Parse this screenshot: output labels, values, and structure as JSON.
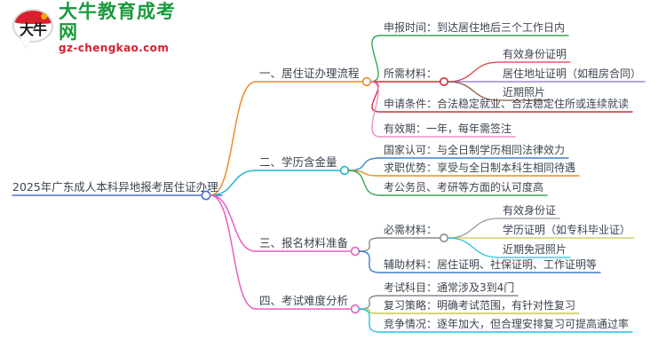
{
  "logo": {
    "mark_text": "大牛",
    "title": "大牛教育成考网",
    "url": "gz-chengkao.com",
    "brand_green": "#1a9a3c",
    "brand_red": "#d8202f"
  },
  "mindmap": {
    "root": {
      "label": "2025年广东成人本科异地报考居住证办理",
      "color": "#4a6fd4"
    },
    "branches": [
      {
        "label": "一、居住证办理流程",
        "color": "#f08a24",
        "children": [
          {
            "label": "申报时间：到达居住地后三个工作日内",
            "color": "#3aa655",
            "children": []
          },
          {
            "label": "所需材料：",
            "color": "#d42b3a",
            "children": [
              {
                "label": "有效身份证明",
                "color": "#e03a4a"
              },
              {
                "label": "居住地址证明（如租房合同）",
                "color": "#8a6fd0"
              },
              {
                "label": "近期照片",
                "color": "#8a5a46"
              }
            ]
          },
          {
            "label": "申请条件：合法稳定就业、合法稳定住所或连续就读",
            "color": "#d42b3a",
            "children": []
          },
          {
            "label": "有效期：一年，每年需签注",
            "color": "#e88fc8",
            "children": []
          }
        ]
      },
      {
        "label": "二、学历含金量",
        "color": "#1fb6c9",
        "children": [
          {
            "label": "国家认可：与全日制学历相同法律效力",
            "color": "#3d7fd0",
            "children": []
          },
          {
            "label": "求职优势：享受与全日制本科生相同待遇",
            "color": "#f08a24",
            "children": []
          },
          {
            "label": "考公务员、考研等方面的认可度高",
            "color": "#3aa655",
            "children": []
          }
        ]
      },
      {
        "label": "三、报名材料准备",
        "color": "#e85fc0",
        "children": [
          {
            "label": "必需材料：",
            "color": "#8a8a8a",
            "children": [
              {
                "label": "有效身份证",
                "color": "#9a9a9a"
              },
              {
                "label": "学历证明（如专科毕业证）",
                "color": "#c8c84a"
              },
              {
                "label": "近期免冠照片",
                "color": "#21c2e0"
              }
            ]
          },
          {
            "label": "辅助材料：居住证明、社保证明、工作证明等",
            "color": "#3d7fd0",
            "children": []
          }
        ]
      },
      {
        "label": "四、考试难度分析",
        "color": "#e85fc0",
        "children": [
          {
            "label": "考试科目：通常涉及3到4门",
            "color": "#8a8a8a",
            "children": []
          },
          {
            "label": "复习策略：明确考试范围，有针对性复习",
            "color": "#c8c84a",
            "children": []
          },
          {
            "label": "竞争情况：逐年加大，但合理安排复习可提高通过率",
            "color": "#21c2e0",
            "children": []
          }
        ]
      }
    ]
  }
}
